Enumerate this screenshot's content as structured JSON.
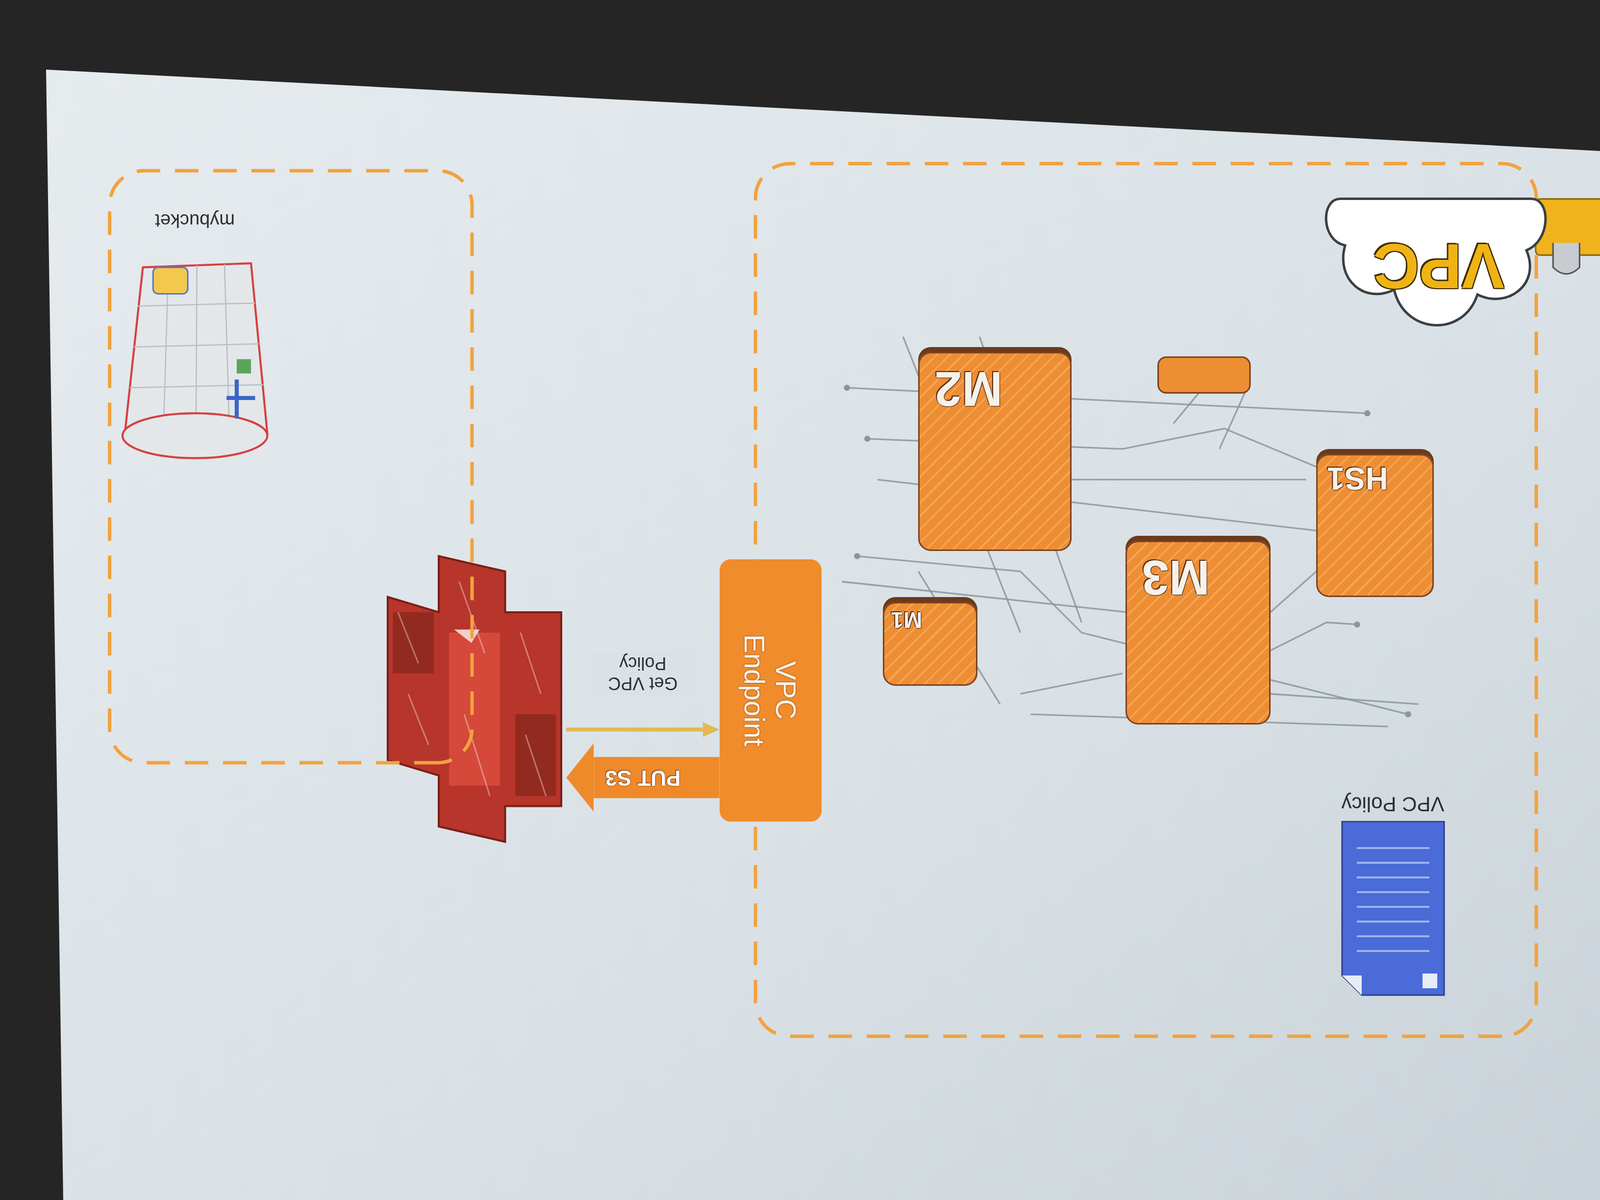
{
  "diagram": {
    "nodes": [
      {
        "text": [
          "VPC"
        ]
      },
      {
        "text": [
          "VPC Policy"
        ],
        "in": 0
      },
      {
        "text": [
          "M3"
        ],
        "in": 0
      },
      {
        "text": [
          "M1"
        ],
        "in": 0
      },
      {
        "text": [
          "HS1"
        ],
        "in": 0
      },
      {
        "text": [
          "M2"
        ],
        "in": 0
      },
      {
        "text": [
          "VPC Endpoint"
        ],
        "in": 0
      },
      {
        "text": [
          "mybucket"
        ]
      }
    ],
    "edges": [
      {
        "from": 6,
        "to": 7,
        "label": "PUT S3",
        "arrow": "to"
      },
      {
        "from": 7,
        "to": 6,
        "label": "Get VPC Policy",
        "arrow": "to"
      }
    ]
  }
}
